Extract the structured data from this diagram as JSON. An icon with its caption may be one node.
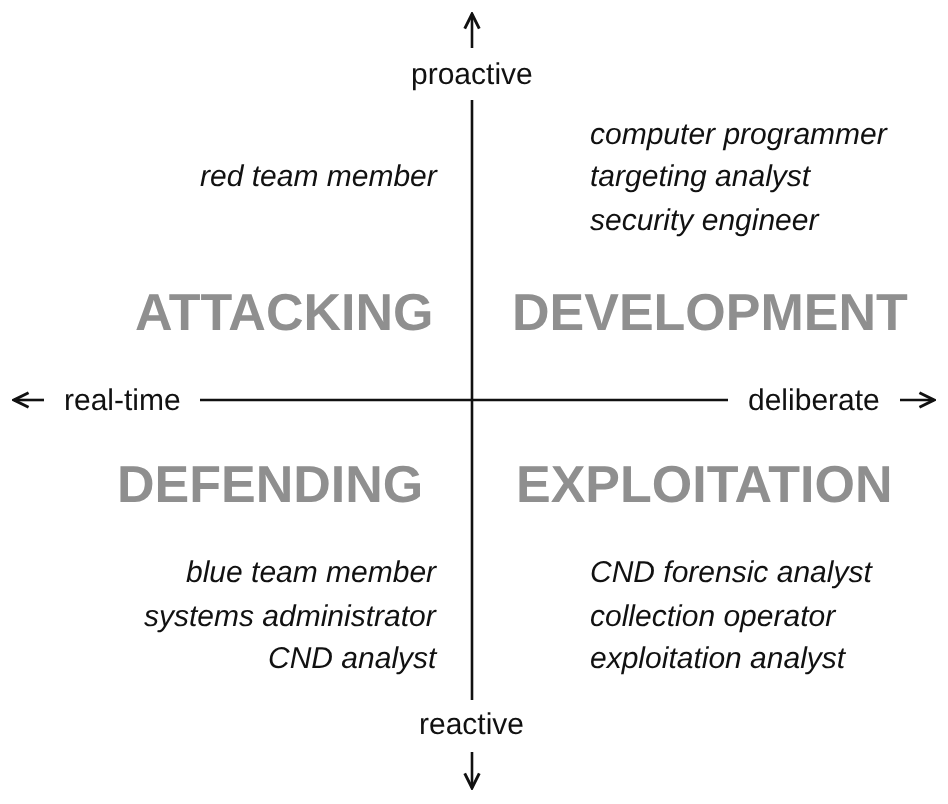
{
  "diagram": {
    "labels": [
      "proactive",
      "red team member",
      "computer programmer",
      "targeting analyst",
      "security engineer",
      "ATTACKING",
      "DEVELOPMENT",
      "real-time",
      "deliberate",
      "DEFENDING",
      "EXPLOITATION",
      "blue team member",
      "systems administrator",
      "CND analyst",
      "CND forensic analyst",
      "collection operator",
      "exploitation analyst",
      "reactive"
    ]
  }
}
